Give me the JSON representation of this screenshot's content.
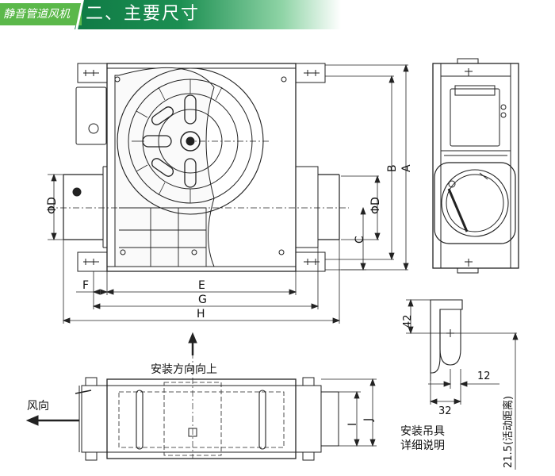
{
  "header": {
    "product_tag": "静音管道风机",
    "section_title": "二、主要尺寸"
  },
  "dimension_labels": {
    "phi_d_left": "ΦD",
    "phi_d_right": "ΦD",
    "a": "A",
    "b": "B",
    "c": "C",
    "e": "E",
    "f": "F",
    "g": "G",
    "h": "H",
    "i": "I",
    "j": "J"
  },
  "annotations": {
    "install_direction": "安装方向向上",
    "wind_direction": "风向",
    "hanger_title_line1": "安装吊具",
    "hanger_title_line2": "详细说明"
  },
  "hanger_dims": {
    "height": "42",
    "offset": "12",
    "width": "32",
    "slot": "21.5(活动距离)"
  },
  "colors": {
    "banner_green": "#5bb84a",
    "title_green": "#0f7a45",
    "line": "#222222"
  }
}
